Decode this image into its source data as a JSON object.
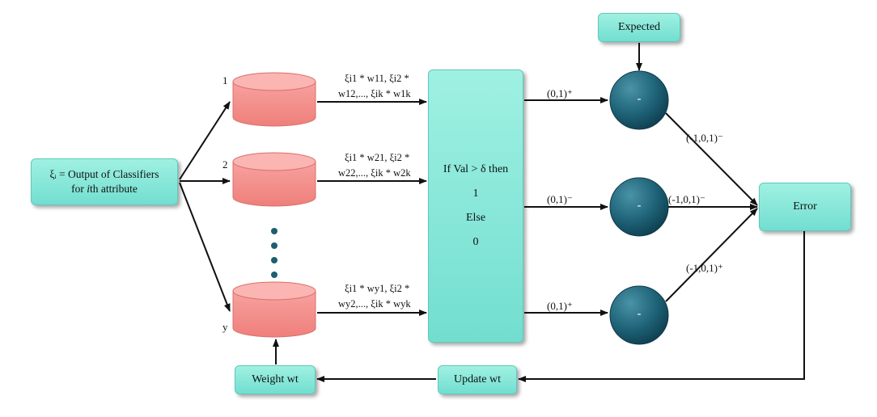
{
  "input_box": {
    "line1": "ξᵢ = Output of Classifiers",
    "line2_pre": "for ",
    "line2_em": "i",
    "line2_post": "th attribute"
  },
  "db_labels": {
    "db1": "1",
    "db2": "2",
    "dby": "y"
  },
  "weight_labels": {
    "w1_line1": "ξi1 * w11, ξi2 *",
    "w1_line2": "w12,..., ξik * w1k",
    "w2_line1": "ξi1 * w21, ξi2 *",
    "w2_line2": "w22,..., ξik * w2k",
    "wy_line1": "ξi1 * wy1, ξi2 *",
    "wy_line2": "wy2,..., ξik * wyk"
  },
  "threshold_box": {
    "line1": "If Val > δ  then",
    "line2": "1",
    "line3": "Else",
    "line4": "0"
  },
  "outputs": {
    "o1": "(0,1)⁺",
    "o2": "(0,1)⁻",
    "o3": "(0,1)⁺"
  },
  "expected_box": {
    "label": "Expected"
  },
  "subtractors": {
    "s1": "-",
    "s2": "-",
    "s3": "-"
  },
  "diffs": {
    "d1": "(-1,0,1)⁻",
    "d2": "(-1,0,1)⁻",
    "d3": "(-1,0,1)⁺"
  },
  "error_box": {
    "label": "Error"
  },
  "update_box": {
    "label": "Update wt"
  },
  "weight_box": {
    "label": "Weight wt"
  },
  "colors": {
    "database": "#f58f8c",
    "box": "#86e8d8",
    "node": "#1d5e72",
    "arrow": "#111111"
  }
}
